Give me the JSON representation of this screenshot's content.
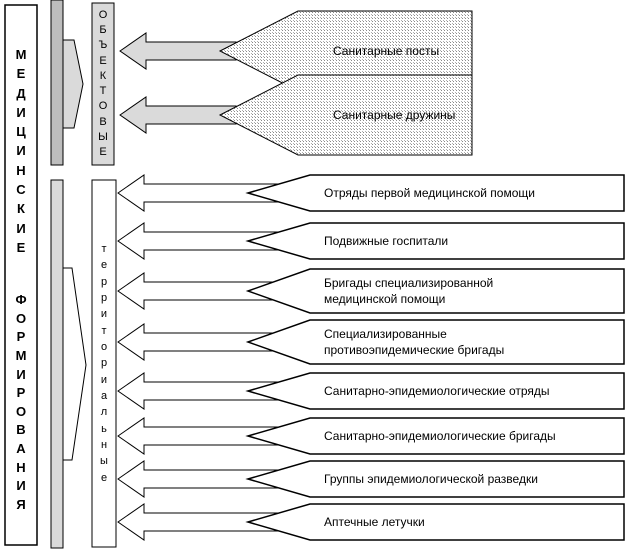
{
  "main_title_part1": "МЕДИЦИНСКИЕ",
  "main_title_part2": "ФОРМИРОВАНИЯ",
  "object_group_label": "ОБЪЕКТОВЫЕ",
  "territorial_group_label": "территориальные",
  "object_items": [
    "Санитарные посты",
    "Санитарные дружины"
  ],
  "territorial_items": [
    [
      "Отряды первой медицинской помощи"
    ],
    [
      "Подвижные госпитали"
    ],
    [
      "Бригады специализированной",
      "медицинской помощи"
    ],
    [
      "Специализированные",
      "противоэпидемические бригады"
    ],
    [
      "Санитарно-эпидемиологические отряды"
    ],
    [
      "Санитарно-эпидемиологические бригады"
    ],
    [
      "Группы эпидемиологической разведки"
    ],
    [
      "Аптечные летучки"
    ]
  ],
  "colors": {
    "shade": "#dadada",
    "box_fill": "#ffffff",
    "stroke": "#000000"
  }
}
